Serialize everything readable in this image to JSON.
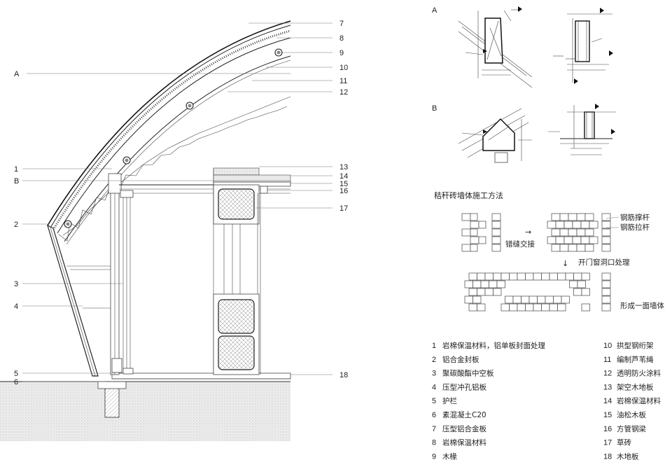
{
  "section_labels": {
    "A": "A",
    "B": "B"
  },
  "right_numbers": [
    "7",
    "8",
    "9",
    "10",
    "11",
    "12",
    "13",
    "14",
    "15",
    "16",
    "17",
    "18"
  ],
  "left_numbers": [
    "1",
    "2",
    "3",
    "4",
    "5",
    "6"
  ],
  "detail_labels": {
    "A": "A",
    "B": "B"
  },
  "wall_method": {
    "title": "秸秆砖墙体施工方法",
    "steel_strut": "钢筋撑杆",
    "steel_tie": "钢筋拉杆",
    "staggered": "错缝交接",
    "arrow_right": "→",
    "arrow_down": "↓",
    "openings": "开门窗洞口处理",
    "wall_formed": "形成一面墙体"
  },
  "legend": [
    {
      "num": "1",
      "text": "岩棉保温材料，铝单板封面处理"
    },
    {
      "num": "2",
      "text": "铝合金封板"
    },
    {
      "num": "3",
      "text": "聚碳酸酯中空板"
    },
    {
      "num": "4",
      "text": "压型冲孔铝板"
    },
    {
      "num": "5",
      "text": "护栏"
    },
    {
      "num": "6",
      "text": "素混凝土C20"
    },
    {
      "num": "7",
      "text": "压型铝合金板"
    },
    {
      "num": "8",
      "text": "岩棉保温材料"
    },
    {
      "num": "9",
      "text": "木椽"
    },
    {
      "num": "10",
      "text": "拱型钢绗架"
    },
    {
      "num": "11",
      "text": "编制芦苇绳"
    },
    {
      "num": "12",
      "text": "透明防火涂料"
    },
    {
      "num": "13",
      "text": "架空木地板"
    },
    {
      "num": "14",
      "text": "岩棉保温材料"
    },
    {
      "num": "15",
      "text": "油松木板"
    },
    {
      "num": "16",
      "text": "方管钢梁"
    },
    {
      "num": "17",
      "text": "草砖"
    },
    {
      "num": "18",
      "text": "木地板"
    }
  ]
}
